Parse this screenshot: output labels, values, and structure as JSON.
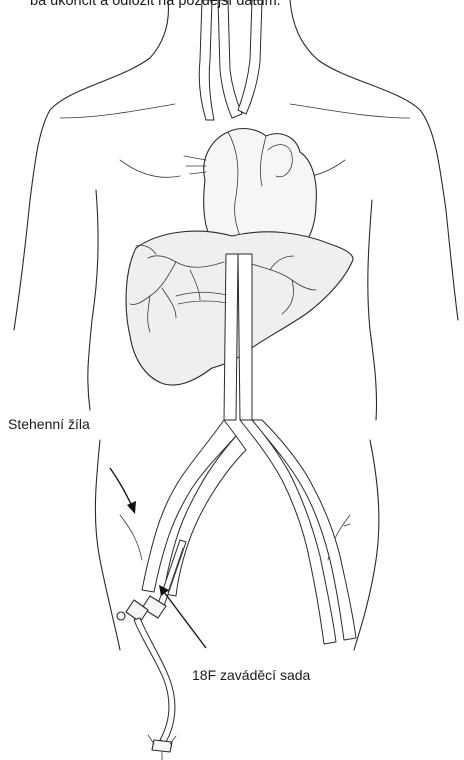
{
  "header_text": "ba ukončit a odložit na pozdější datum.",
  "labels": {
    "femoral_vein": "Stehenní žíla",
    "introducer_kit": "18F zaváděcí sada"
  }
}
